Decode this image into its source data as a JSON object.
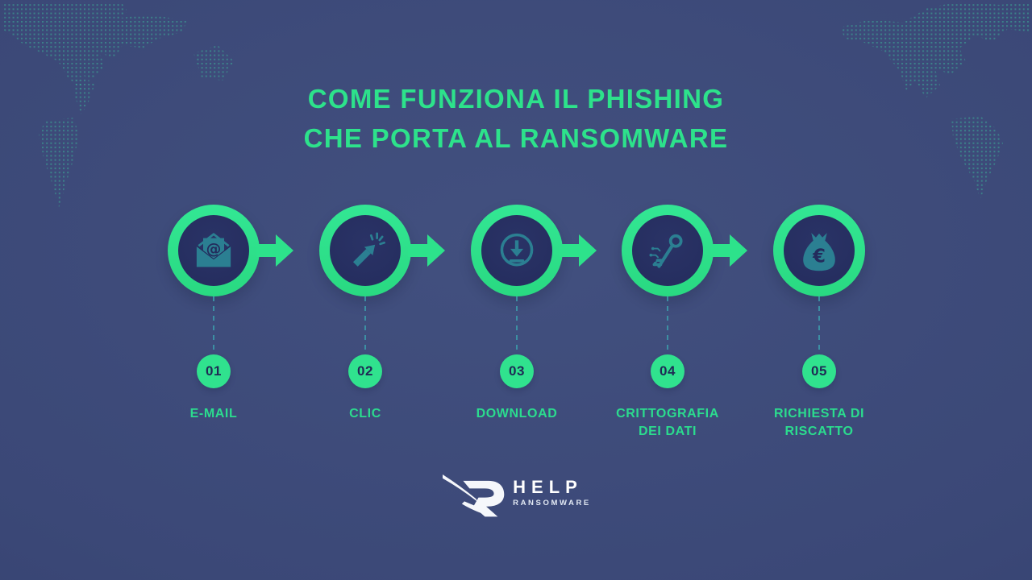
{
  "title": {
    "text": "COME FUNZIONA IL PHISHING\nCHE PORTA AL RANSOMWARE"
  },
  "steps": [
    {
      "number": "01",
      "label": "E-MAIL",
      "icon": "email-at-icon"
    },
    {
      "number": "02",
      "label": "CLIC",
      "icon": "cursor-click-icon"
    },
    {
      "number": "03",
      "label": "DOWNLOAD",
      "icon": "download-icon"
    },
    {
      "number": "04",
      "label": "CRITTOGRAFIA\nDEI DATI",
      "icon": "encryption-key-icon"
    },
    {
      "number": "05",
      "label": "RICHIESTA DI\nRISCATTO",
      "icon": "money-bag-euro-icon"
    }
  ],
  "icons": {
    "email_at_symbol": "@",
    "money_bag_currency": "€"
  },
  "logo": {
    "title": "HELP",
    "subtitle": "RANSOMWARE"
  },
  "colors": {
    "background_navy": "#3B4877",
    "accent_green": "#2DE28B",
    "icon_teal": "#2B7F92",
    "inner_circle_navy": "#232B5C",
    "badge_number_navy": "#1F2A55",
    "connector_teal": "#3C8FA3",
    "map_dot_teal": "#3CC49E",
    "logo_white": "#FFFFFF"
  }
}
